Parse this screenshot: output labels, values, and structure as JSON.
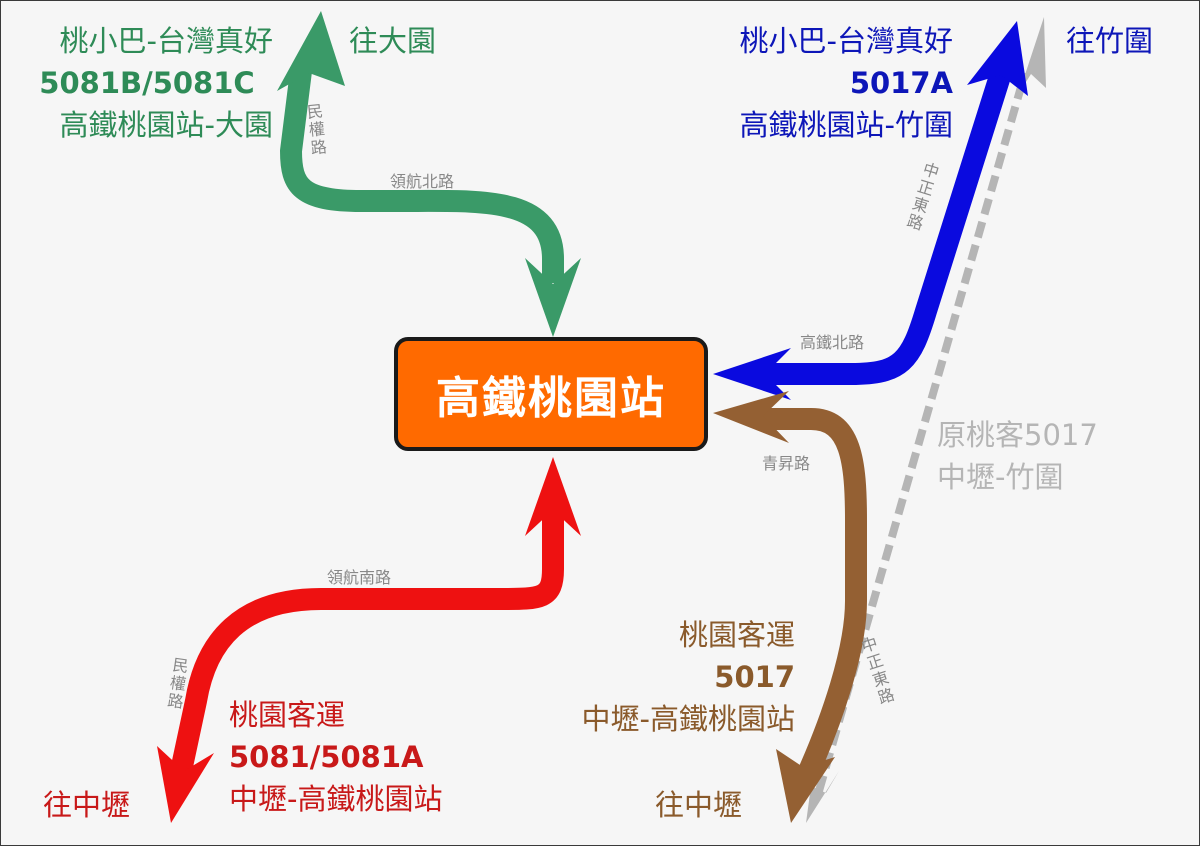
{
  "colors": {
    "green": "#3a9a68",
    "blue": "#0a0adf",
    "red": "#ee1111",
    "brown": "#946033",
    "gray": "#b5b5b5",
    "station_fill": "#ff6a00",
    "route_green_text": "#2e8b57",
    "route_blue_text": "#0d16b8",
    "route_red_text": "#c81919",
    "route_brown_text": "#8a5a2b",
    "road_label": "#888888"
  },
  "station": {
    "name": "高鐵桃園站"
  },
  "routes": {
    "green": {
      "operator": "桃小巴-台灣真好",
      "number": "5081B/5081C",
      "endpoints": "高鐵桃園站-大園",
      "destination": "往大園"
    },
    "blue": {
      "operator": "桃小巴-台灣真好",
      "number": "5017A",
      "endpoints": "高鐵桃園站-竹圍",
      "destination": "往竹圍"
    },
    "red": {
      "operator": "桃園客運",
      "number": "5081/5081A",
      "endpoints": "中壢-高鐵桃園站",
      "destination": "往中壢"
    },
    "brown": {
      "operator": "桃園客運",
      "number": "5017",
      "endpoints": "中壢-高鐵桃園站",
      "destination": "往中壢"
    },
    "gray": {
      "line1": "原桃客5017",
      "line2": "中壢-竹圍"
    }
  },
  "roads": {
    "minquan_top": "民權路",
    "linghang_north": "領航北路",
    "zhongzheng_east_top": "中正東路",
    "gaotie_north": "高鐵北路",
    "qingsheng": "青昇路",
    "linghang_south": "領航南路",
    "minquan_bottom": "民權路",
    "zhongzheng_east_bottom": "中正東路"
  }
}
